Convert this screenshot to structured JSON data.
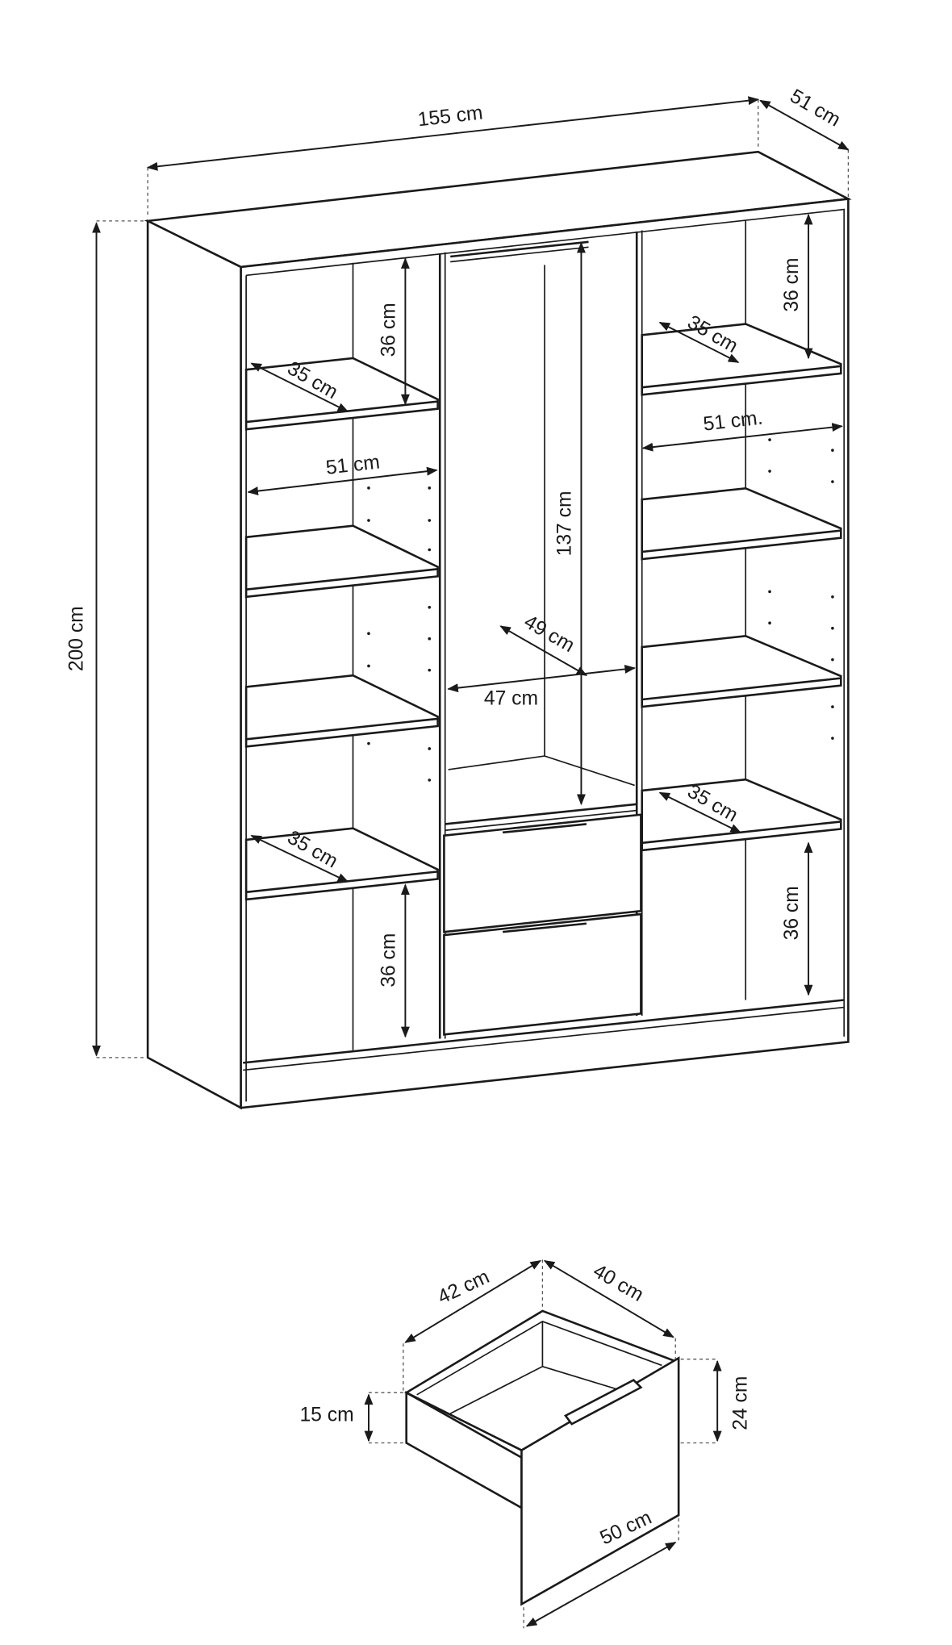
{
  "wardrobe": {
    "width": "155 cm",
    "depth": "51 cm",
    "height": "200 cm",
    "left_section": {
      "top_shelf_height": "36 cm",
      "top_shelf_depth": "35 cm",
      "inner_width": "51 cm",
      "bottom_shelf_depth": "35 cm",
      "bottom_height": "36 cm"
    },
    "middle_section": {
      "hanging_height": "137 cm",
      "hanging_depth": "49 cm",
      "hanging_width": "47 cm"
    },
    "right_section": {
      "top_shelf_height": "36 cm",
      "top_shelf_depth": "35 cm",
      "inner_width": "51 cm.",
      "bottom_shelf_depth": "35 cm",
      "bottom_height": "36 cm"
    }
  },
  "drawer": {
    "inner_width": "42 cm",
    "inner_depth": "40 cm",
    "inner_height": "15 cm",
    "front_height": "24 cm",
    "front_width": "50 cm"
  }
}
